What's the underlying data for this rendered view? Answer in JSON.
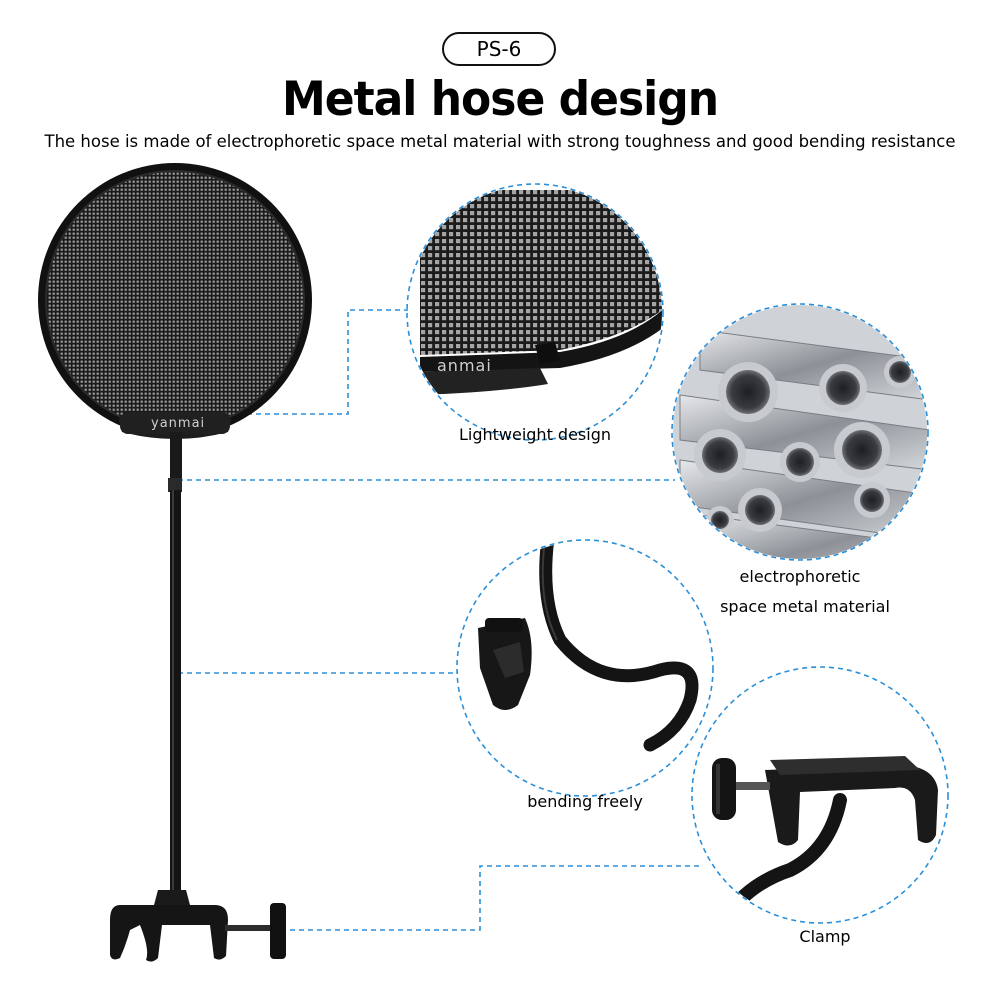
{
  "header": {
    "model": "PS-6",
    "title": "Metal hose design",
    "subtitle": "The hose is made of electrophoretic space metal material with strong toughness and good bending resistance"
  },
  "product": {
    "brand": "yanmai",
    "brand_zoom": "anmai"
  },
  "callouts": {
    "lightweight": "Lightweight design",
    "material_line1": "electrophoretic",
    "material_line2": "space metal material",
    "bending": "bending freely",
    "clamp": "Clamp"
  },
  "colors": {
    "accent_dash": "#2a8fd8",
    "product_black": "#151515",
    "metal": "#b8bcc2"
  }
}
